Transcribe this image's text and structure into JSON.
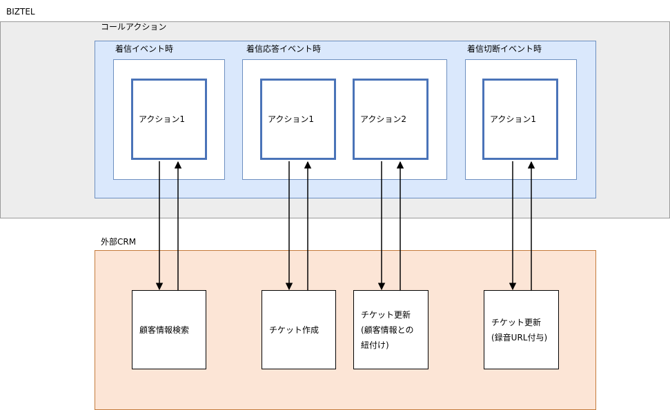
{
  "biztel": {
    "label": "BIZTEL"
  },
  "call_action": {
    "label": "コールアクション"
  },
  "events": [
    {
      "label": "着信イベント時",
      "actions": [
        "アクション1"
      ]
    },
    {
      "label": "着信応答イベント時",
      "actions": [
        "アクション1",
        "アクション2"
      ]
    },
    {
      "label": "着信切断イベント時",
      "actions": [
        "アクション1"
      ]
    }
  ],
  "crm": {
    "label": "外部CRM",
    "boxes": [
      {
        "lines": [
          "顧客情報検索"
        ]
      },
      {
        "lines": [
          "チケット作成"
        ]
      },
      {
        "lines": [
          "チケット更新",
          "(顧客情報との",
          "紐付け)"
        ]
      },
      {
        "lines": [
          "チケット更新",
          "(録音URL付与)"
        ]
      }
    ]
  },
  "colors": {
    "biztel_fill": "#ededed",
    "call_action_fill": "#dae8fc",
    "action_border": "#4a73b8",
    "crm_fill": "#fce5d6",
    "crm_border": "#c47a3a"
  }
}
